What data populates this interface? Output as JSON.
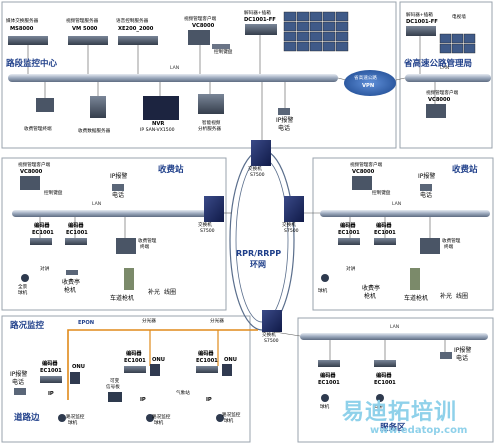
{
  "sections": {
    "road_center": "路段监控中心",
    "highway_bureau": "省高速公路管理局",
    "toll_left": "收费站",
    "toll_right": "收费站",
    "road_monitor": "路况监控",
    "roadside": "道路边",
    "service": "服务区"
  },
  "network": {
    "lan": "LAN",
    "vpn_line1": "省高速公路",
    "vpn_line2": "VPN",
    "ring_line1": "RPR/RRPP",
    "ring_line2": "环网",
    "epon": "EPON",
    "splitter": "分光器",
    "onu": "ONU"
  },
  "switch": {
    "name": "交换机",
    "model": "S7500"
  },
  "center": {
    "media_switch": "媒体交换服务器",
    "media_switch_model": "MS8000",
    "vm_server": "视频管理服务器",
    "vm_model": "VM 5000",
    "xe_server": "语音控制服务器",
    "xe_model": "XE200_2000",
    "vm_client": "视频管理客户端",
    "vc_model": "VC8000",
    "keyboard": "控制键盘",
    "decoder": "解码器+插箱",
    "decoder_model": "DC1001-FF",
    "toll_mgmt_terminal": "收费管理终端",
    "toll_data_server": "收费数据服务器",
    "nvr": "NVR",
    "ipsan": "IP SAN-VX1500",
    "smart_video": "智能视频",
    "smart_video2": "分析服务器",
    "ip_phone": "IP报警",
    "ip_phone2": "电话"
  },
  "bureau": {
    "decoder": "解码器+插箱",
    "decoder_model": "DC1001-FF",
    "tv_wall": "电视墙",
    "vm_client": "视频管理客户端",
    "vc_model": "VC8000"
  },
  "toll": {
    "vm_client": "视频管理客户端",
    "vc_model": "VC8000",
    "keyboard": "控制键盘",
    "ip_phone": "IP报警",
    "ip_phone2": "电话",
    "encoder": "编码器",
    "encoder_model": "EC1001",
    "intercom": "对讲",
    "panorama": "全景",
    "ball": "球机",
    "toll_booth": "收费亭",
    "gun_cam": "枪机",
    "toll_mgmt": "收费管理",
    "terminal": "终端",
    "lane_gun": "车道枪机",
    "fill_light": "补光",
    "coil": "线圈"
  },
  "road": {
    "ip_phone": "IP报警",
    "ip_phone2": "电话",
    "encoder": "编码器",
    "encoder_model": "EC1001",
    "variable_sign": "可变",
    "variable_sign2": "信号板",
    "weather": "气象站",
    "road_ball": "路况监控",
    "road_ball2": "球机",
    "ip": "IP"
  },
  "service": {
    "encoder": "编码器",
    "encoder_model": "EC1001",
    "ball": "球机",
    "ip_phone": "IP报警",
    "ip_phone2": "电话"
  },
  "watermark": {
    "main": "易迪拓培训",
    "url": "www.edatop.com"
  },
  "colors": {
    "lan": "#6f7f95",
    "panel_border": "#9aa3ad",
    "title": "#1f3f8a",
    "epon": "#e08a1a",
    "vpn": "#2c5aa0",
    "device": "#3e4a5c"
  }
}
